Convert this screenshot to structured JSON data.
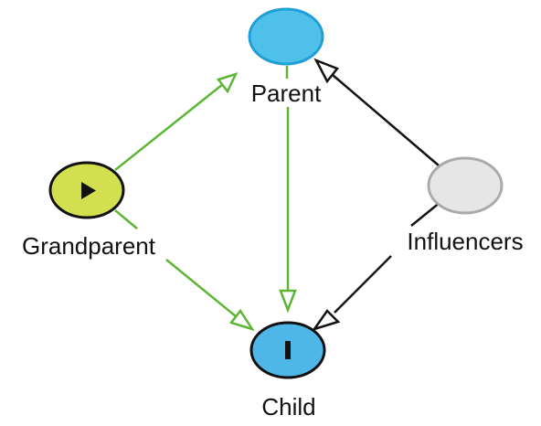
{
  "diagram": {
    "nodes": {
      "parent": {
        "label": "Parent",
        "fill": "#4fc0ea",
        "stroke": "#1e9fd8"
      },
      "grandparent": {
        "label": "Grandparent",
        "fill": "#d3df4e",
        "stroke": "#111111",
        "icon": "play-icon"
      },
      "influencers": {
        "label": "Influencers",
        "fill": "#e6e6e6",
        "stroke": "#aaaaaa"
      },
      "child": {
        "label": "Child",
        "fill": "#4fb6e8",
        "stroke": "#111111",
        "icon": "pause-bar-icon"
      }
    },
    "edges": [
      {
        "from": "grandparent",
        "to": "parent",
        "color": "#5cb533"
      },
      {
        "from": "grandparent",
        "to": "child",
        "color": "#5cb533"
      },
      {
        "from": "parent",
        "to": "child",
        "color": "#5cb533"
      },
      {
        "from": "influencers",
        "to": "parent",
        "color": "#111111"
      },
      {
        "from": "influencers",
        "to": "child",
        "color": "#111111"
      }
    ]
  }
}
